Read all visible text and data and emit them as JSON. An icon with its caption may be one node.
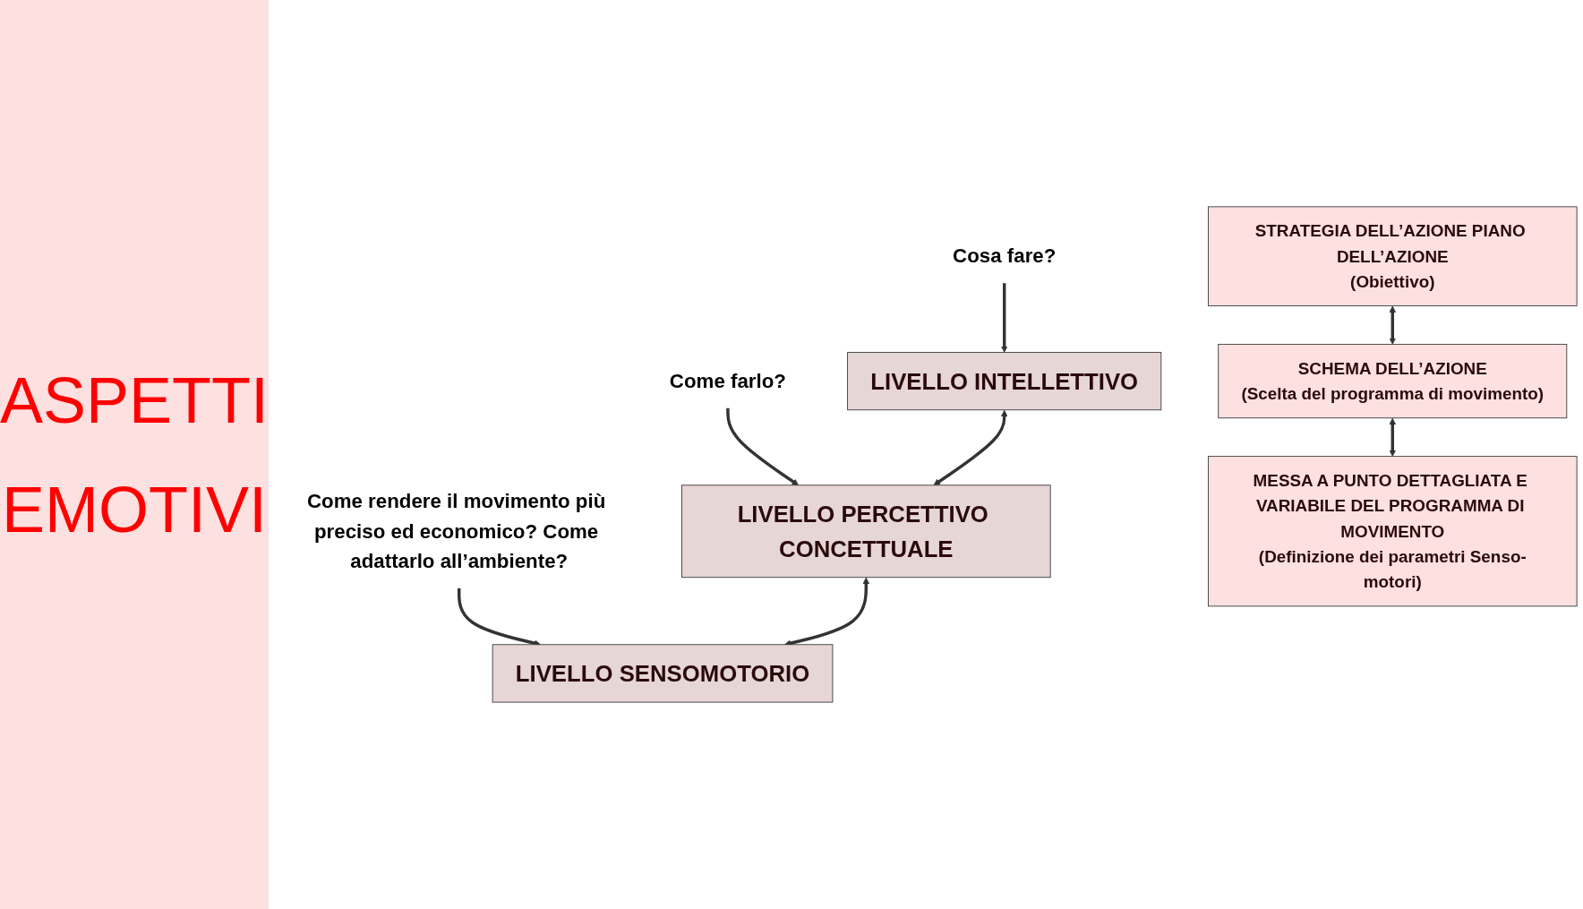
{
  "diagram": {
    "nodes": [
      {
        "text": [
          "Cosa fare?"
        ]
      },
      {
        "text": [
          "LIVELLO INTELLETTIVO"
        ]
      },
      {
        "text": [
          "STRATEGIA DELL’AZIONE PIANO DELL’AZIONE",
          "(Obiettivo)"
        ]
      },
      {
        "text": [
          "Come farlo?"
        ]
      },
      {
        "text": [
          "LIVELLO PERCETTIVO CONCETTUALE"
        ]
      },
      {
        "text": [
          "SCHEMA DELL’AZIONE",
          "(Scelta del programma di movimento)"
        ]
      },
      {
        "text": [
          "Come rendere il movimento più preciso ed economico? Come adattarlo all’ambiente?"
        ]
      },
      {
        "text": [
          "LIVELLO SENSOMOTORIO"
        ]
      },
      {
        "text": [
          "MESSA A PUNTO DETTAGLIATA E VARIABILE DEL PROGRAMMA DI MOVIMENTO",
          "(Definizione dei parametri Senso-motori)"
        ]
      }
    ],
    "edges": [
      {
        "from": 0,
        "to": 1,
        "arrow": "to"
      },
      {
        "from": 3,
        "to": 4,
        "arrow": "to"
      },
      {
        "from": 6,
        "to": 7,
        "arrow": "to"
      },
      {
        "from": 1,
        "to": 4,
        "arrow": "both"
      },
      {
        "from": 4,
        "to": 7,
        "arrow": "both"
      },
      {
        "from": 2,
        "to": 5,
        "arrow": "both"
      },
      {
        "from": 5,
        "to": 8,
        "arrow": "both"
      }
    ],
    "labels": [
      "ASPETTI",
      "EMOTIVI"
    ]
  }
}
